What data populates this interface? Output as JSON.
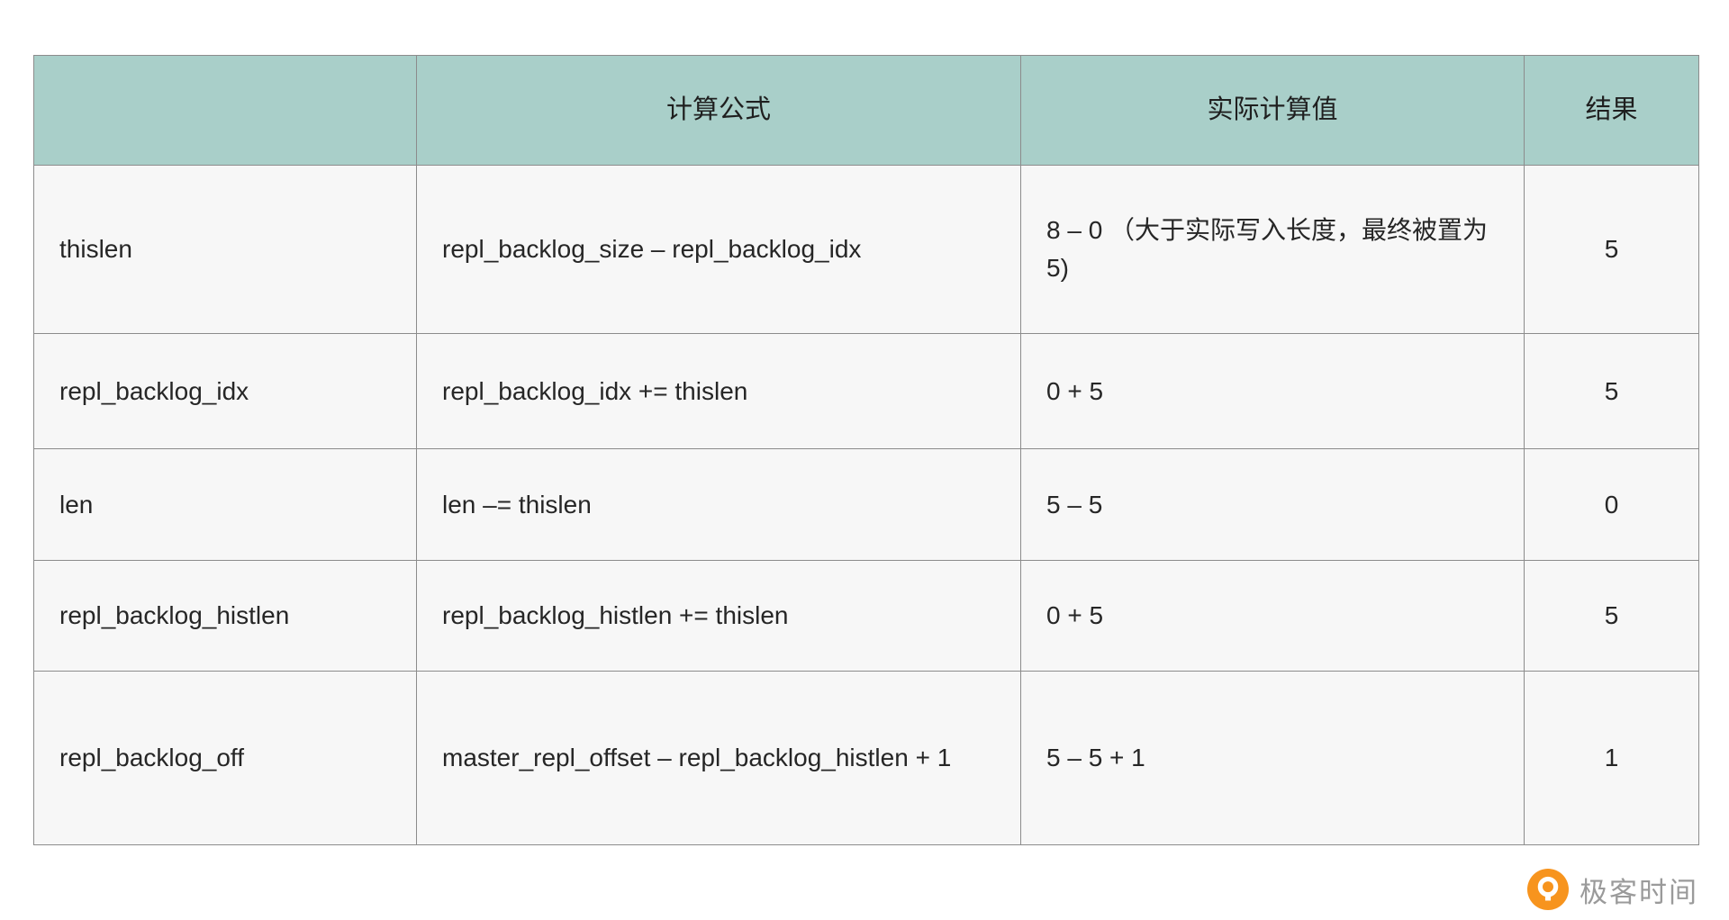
{
  "colors": {
    "header_background": "#a9cfc9",
    "cell_background": "#f7f7f7",
    "border": "#8c8c8c",
    "logo_orange": "#f7941e",
    "brand_text_gray": "#9a9a9a"
  },
  "table": {
    "header": {
      "col0": "",
      "col1": "计算公式",
      "col2": "实际计算值",
      "col3": "结果"
    },
    "rows": [
      {
        "variable": "thislen",
        "formula": "repl_backlog_size – repl_backlog_idx",
        "actual": "8 – 0 （大于实际写入长度，最终被置为5)",
        "result": "5"
      },
      {
        "variable": "repl_backlog_idx",
        "formula": "repl_backlog_idx += thislen",
        "actual": "0 + 5",
        "result": "5"
      },
      {
        "variable": "len",
        "formula": "len –= thislen",
        "actual": "5 – 5",
        "result": "0"
      },
      {
        "variable": "repl_backlog_histlen",
        "formula": "repl_backlog_histlen += thislen",
        "actual": "0 + 5",
        "result": "5"
      },
      {
        "variable": "repl_backlog_off",
        "formula": "master_repl_offset – repl_backlog_histlen + 1",
        "actual": "5 – 5 + 1",
        "result": "1"
      }
    ]
  },
  "footer": {
    "brand": "极客时间"
  }
}
